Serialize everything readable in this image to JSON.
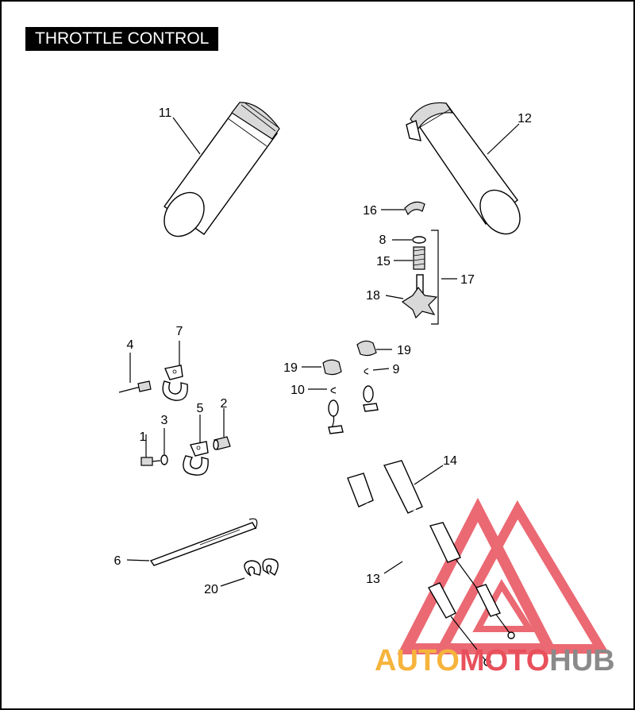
{
  "title": "THROTTLE CONTROL",
  "callouts": [
    {
      "id": "c1",
      "label": "1"
    },
    {
      "id": "c2",
      "label": "2"
    },
    {
      "id": "c3",
      "label": "3"
    },
    {
      "id": "c4",
      "label": "4"
    },
    {
      "id": "c5",
      "label": "5"
    },
    {
      "id": "c6",
      "label": "6"
    },
    {
      "id": "c7",
      "label": "7"
    },
    {
      "id": "c8",
      "label": "8"
    },
    {
      "id": "c9",
      "label": "9"
    },
    {
      "id": "c10",
      "label": "10"
    },
    {
      "id": "c11",
      "label": "11"
    },
    {
      "id": "c12",
      "label": "12"
    },
    {
      "id": "c13",
      "label": "13"
    },
    {
      "id": "c14",
      "label": "14"
    },
    {
      "id": "c15",
      "label": "15"
    },
    {
      "id": "c16",
      "label": "16"
    },
    {
      "id": "c17",
      "label": "17"
    },
    {
      "id": "c18",
      "label": "18"
    },
    {
      "id": "c19a",
      "label": "19"
    },
    {
      "id": "c19b",
      "label": "19"
    },
    {
      "id": "c20",
      "label": "20"
    }
  ],
  "watermark": {
    "part1": "AUTO",
    "part2": "MOTO",
    "part3": "HUB",
    "color1": "#f6b43c",
    "color2": "#e8505b",
    "color3": "#8a8a8a"
  }
}
